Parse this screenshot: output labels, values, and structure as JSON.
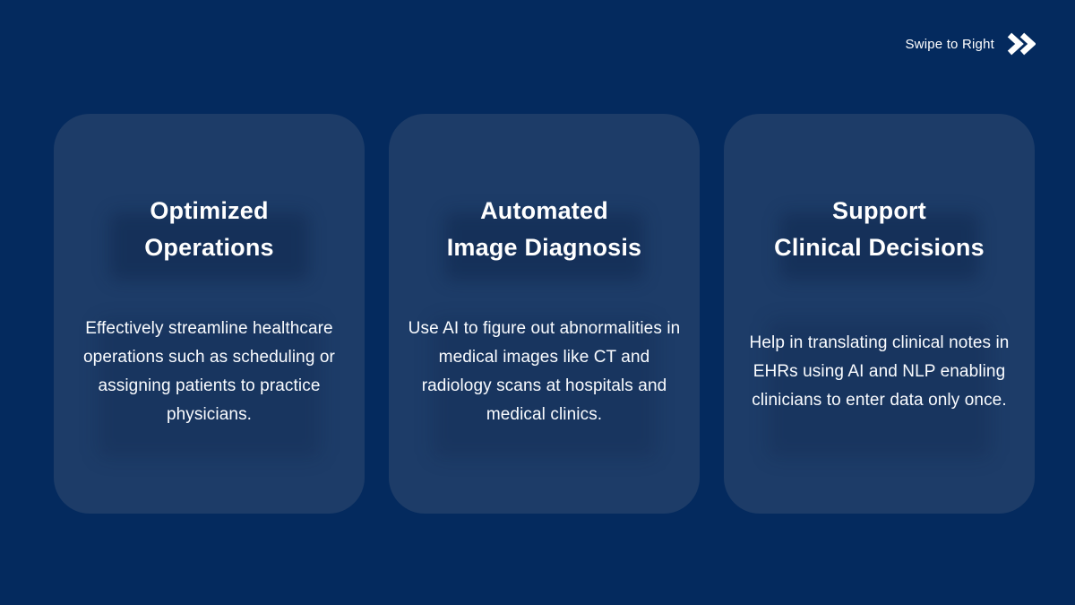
{
  "page": {
    "background_color": "#042A5E",
    "card_color": "#1D3C68",
    "text_color": "#FFFFFF"
  },
  "swipe": {
    "label": "Swipe to Right",
    "icon": "double-chevron-right-icon",
    "icon_color": "#FFFFFF"
  },
  "cards": [
    {
      "title": "Optimized\nOperations",
      "body": "Effectively streamline healthcare operations such as scheduling or assigning patients to practice physicians."
    },
    {
      "title": "Automated\nImage Diagnosis",
      "body": "Use AI to figure out abnormalities in medical images like CT and radiology scans at hospitals and medical clinics."
    },
    {
      "title": "Support\nClinical Decisions",
      "body": "Help in translating clinical notes in EHRs using AI and NLP enabling clinicians to enter data only once."
    }
  ]
}
